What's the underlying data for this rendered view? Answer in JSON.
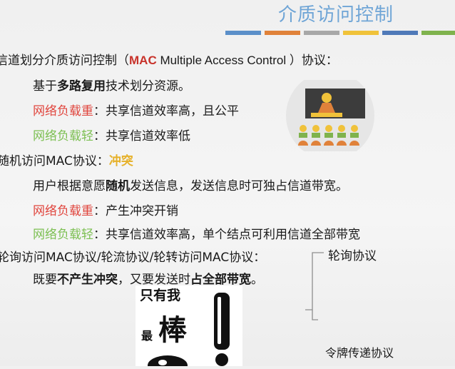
{
  "title": "介质访问控制",
  "stripe_colors": [
    "#5b8fc9",
    "#e0823a",
    "#a8a8a8",
    "#f0c23a",
    "#4f79b8",
    "#7fb34d"
  ],
  "lines": {
    "l1_a": "信道划分介质访问控制（",
    "l1_mac": "MAC",
    "l1_b": " Multiple Access Control ",
    "l1_c": "）协议：",
    "l2_a": "基于",
    "l2_b": "多路复用",
    "l2_c": "技术划分资源。",
    "l3_a": "网络负载重",
    "l3_b": "：共享信道效率高，且公平",
    "l4_a": "网络负载轻",
    "l4_b": "：共享信道效率低",
    "l5_a": "随机访问MAC协议：",
    "l5_b": "冲突",
    "l6_a": "用户根据意愿",
    "l6_b": "随机",
    "l6_c": "发送信息，发送信息时可独占信道带宽。",
    "l7_a": "网络负载重",
    "l7_b": "：产生冲突开销",
    "l8_a": "网络负载轻",
    "l8_b": "：共享信道效率高，单个结点可利用信道全部带宽",
    "l9": "轮询访问MAC协议/轮流协议/轮转访问MAC协议：",
    "l10_a": "既要",
    "l10_b": "不产生冲突",
    "l10_c": "，又要发送时",
    "l10_d": "占全部带宽",
    "l10_e": "。",
    "branch1": "轮询协议",
    "branch2": "令牌传递协议"
  },
  "meme": {
    "t1": "只有我",
    "t2": "最",
    "t3": "棒"
  },
  "colors": {
    "title": "#6fa5d6",
    "heavy": "#e0453d",
    "light": "#7cbf52",
    "collision": "#e6b12a"
  }
}
